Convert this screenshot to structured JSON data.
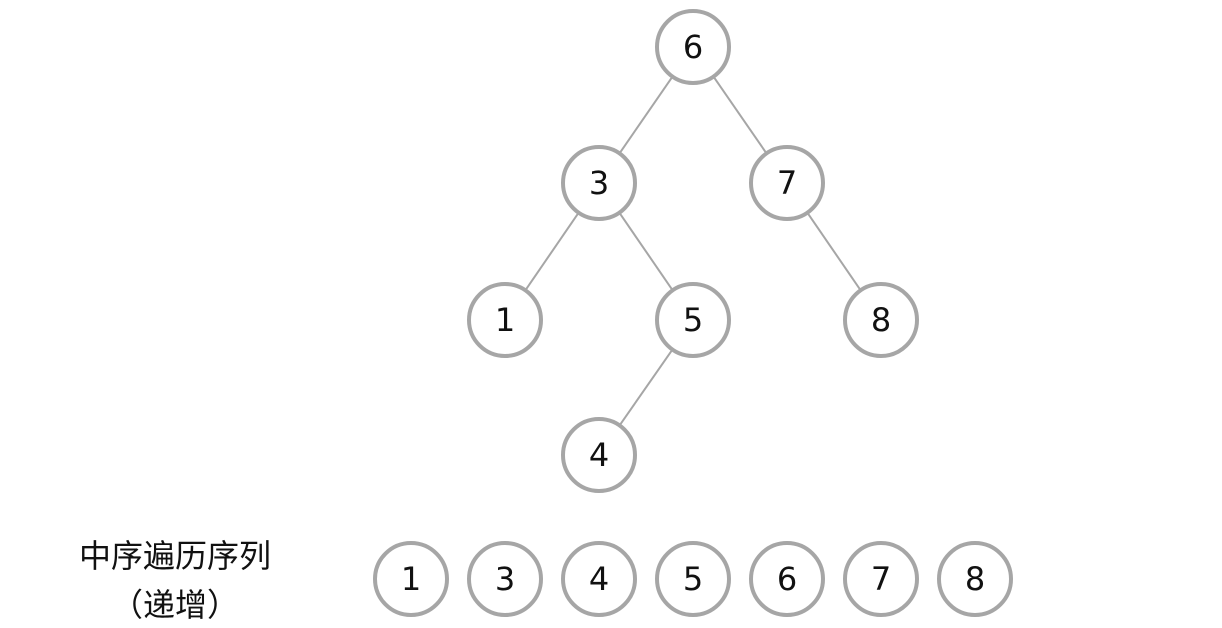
{
  "tree": {
    "nodes": [
      {
        "id": "n6",
        "label": "6"
      },
      {
        "id": "n3",
        "label": "3"
      },
      {
        "id": "n7",
        "label": "7"
      },
      {
        "id": "n1",
        "label": "1"
      },
      {
        "id": "n5",
        "label": "5"
      },
      {
        "id": "n8",
        "label": "8"
      },
      {
        "id": "n4",
        "label": "4"
      }
    ],
    "edges": [
      {
        "from": "n6",
        "to": "n3"
      },
      {
        "from": "n6",
        "to": "n7"
      },
      {
        "from": "n3",
        "to": "n1"
      },
      {
        "from": "n3",
        "to": "n5"
      },
      {
        "from": "n7",
        "to": "n8"
      },
      {
        "from": "n5",
        "to": "n4"
      }
    ]
  },
  "sequence": {
    "caption_line1": "中序遍历序列",
    "caption_line2": "（递增）",
    "values": [
      "1",
      "3",
      "4",
      "5",
      "6",
      "7",
      "8"
    ]
  },
  "colors": {
    "stroke": "#a6a6a6",
    "text": "#111111",
    "background": "#ffffff"
  }
}
